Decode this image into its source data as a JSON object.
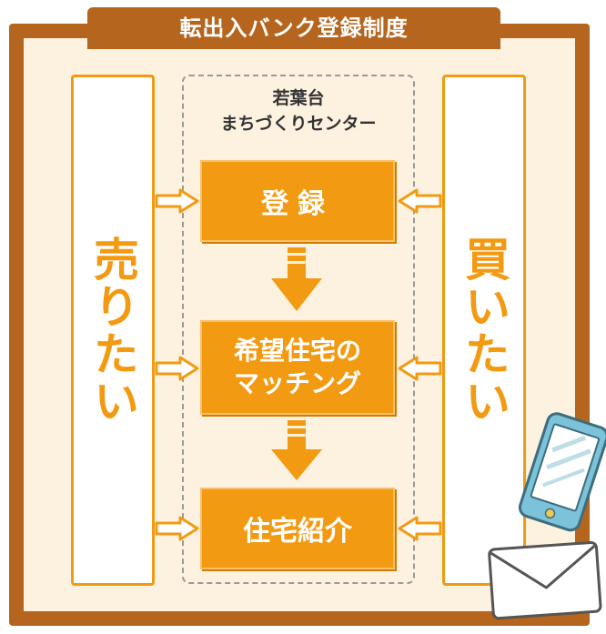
{
  "title": "転出入バンク登録制度",
  "center": {
    "name_line1": "若葉台",
    "name_line2": "まちづくりセンター"
  },
  "left_party": "売りたい",
  "right_party": "買いたい",
  "steps": [
    {
      "label": "登録"
    },
    {
      "label_line1": "希望住宅の",
      "label_line2": "マッチング"
    },
    {
      "label": "住宅紹介"
    }
  ],
  "colors": {
    "frame": "#b5651d",
    "accent": "#f29a12",
    "background": "#fdf1df"
  },
  "icons": [
    "smartphone-icon",
    "envelope-icon"
  ]
}
